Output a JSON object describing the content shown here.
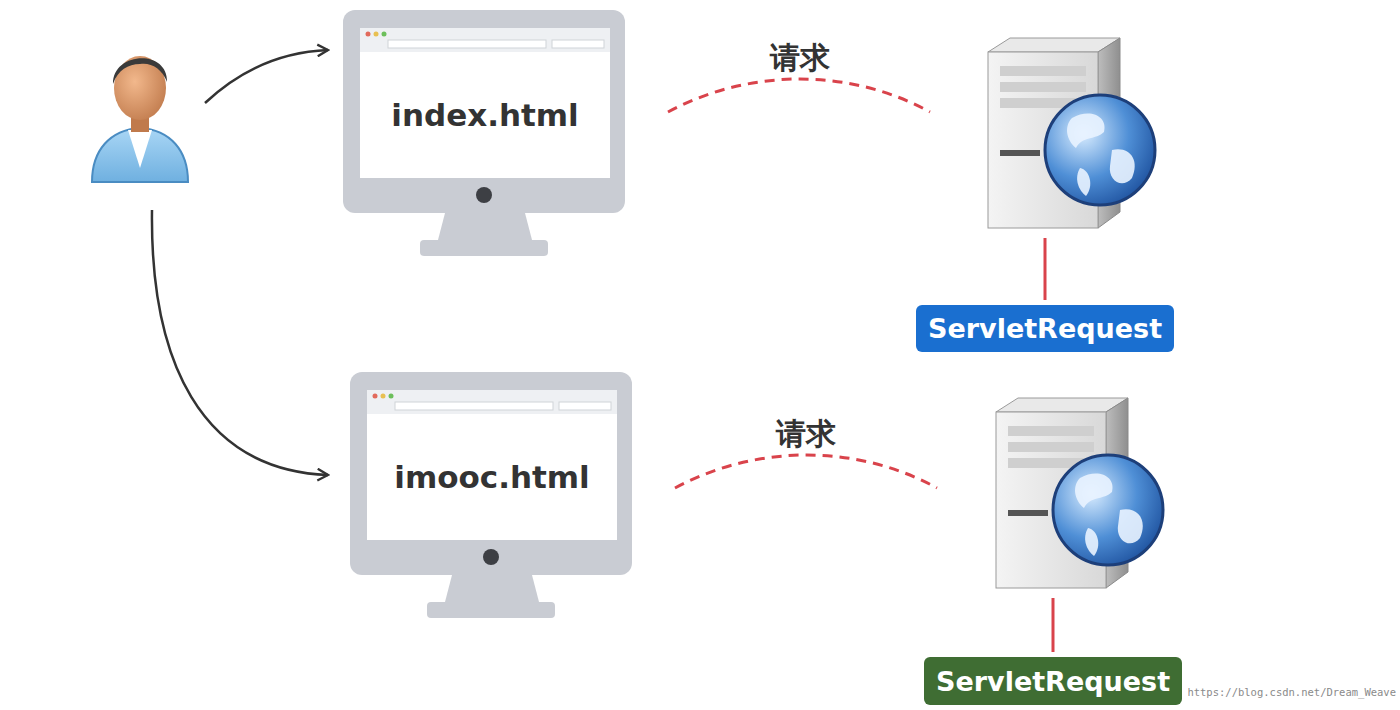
{
  "diagram": {
    "nodes": [
      {
        "text": [
          "index.html"
        ]
      },
      {
        "text": [
          "ServletRequest"
        ]
      },
      {
        "text": [
          "imooc.html"
        ]
      },
      {
        "text": [
          "ServletRequest"
        ]
      }
    ],
    "labels": [
      "请求",
      "请求",
      "https://blog.csdn.net/Dream_Weave"
    ]
  }
}
